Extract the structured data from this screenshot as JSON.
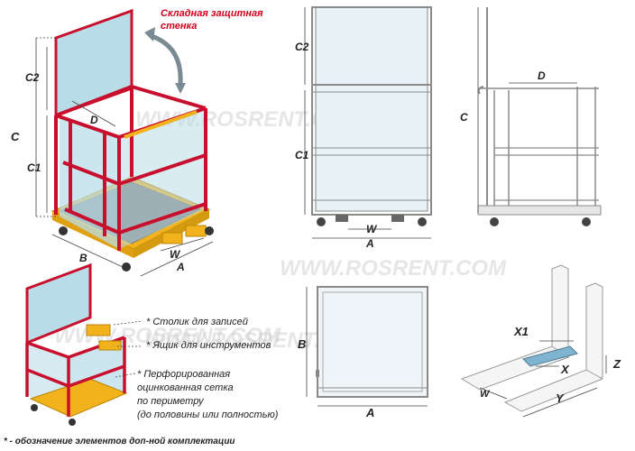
{
  "watermark": "WWW.ROSRENT.COM",
  "callout_folding_wall_line1": "Складная защитная",
  "callout_folding_wall_line2": "стенка",
  "iso_view": {
    "C2": "C2",
    "C": "C",
    "C1": "C1",
    "D": "D",
    "B": "B",
    "W": "W",
    "A": "A"
  },
  "front_view": {
    "C2": "C2",
    "C1": "C1",
    "W": "W",
    "A": "A"
  },
  "side_view": {
    "D": "D",
    "C": "C"
  },
  "top_view": {
    "B": "B",
    "A": "A"
  },
  "forks_view": {
    "X1": "X1",
    "X": "X",
    "Z": "Z",
    "W": "W",
    "Y": "Y"
  },
  "options": [
    "* Столик для записей",
    "* Ящик для инструментов",
    "* Перфорированная",
    "оцинкованная сетка",
    "по периметру",
    "(до половины или полностью)"
  ],
  "footnote": "* - обозначение элементов доп-ной комплектации",
  "colors": {
    "frame": "#c8102e",
    "glass": "#b9dde8",
    "base": "#f2b21b",
    "callout": "#d0021b"
  }
}
